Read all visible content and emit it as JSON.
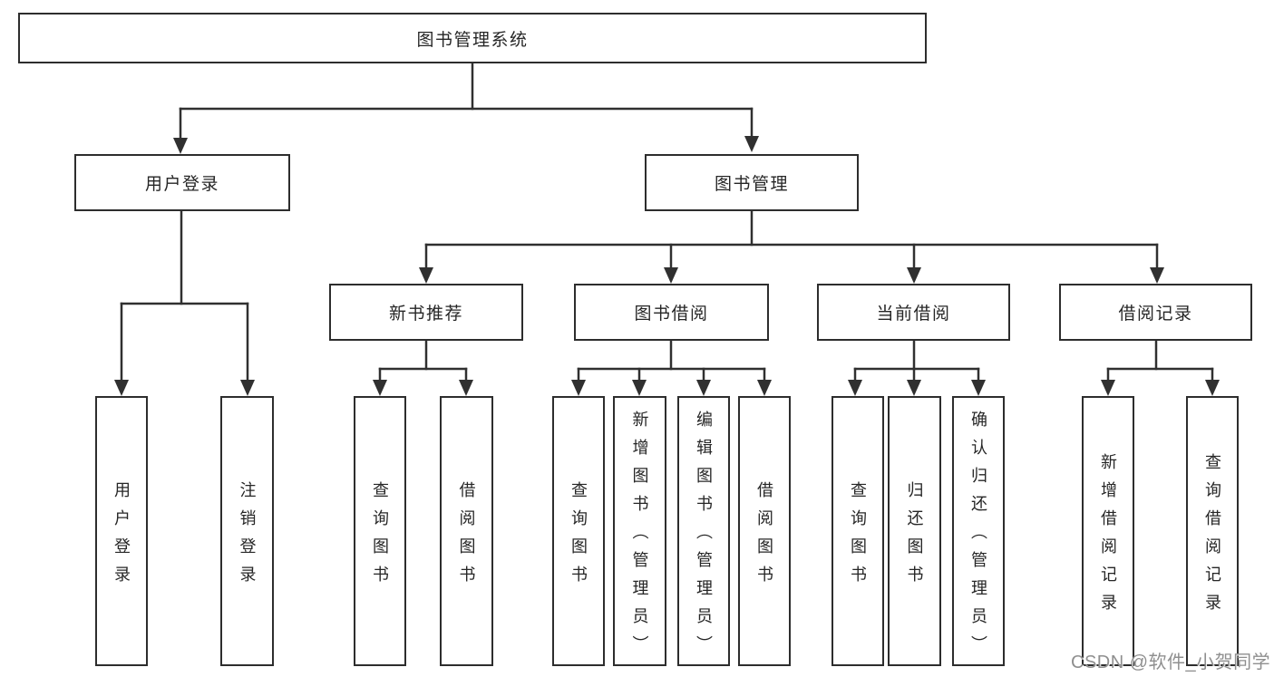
{
  "tree": {
    "root": {
      "label": "图书管理系统"
    },
    "branches": [
      {
        "label": "用户登录",
        "children": [
          "用户登录",
          "注销登录"
        ]
      },
      {
        "label": "图书管理",
        "sections": [
          {
            "label": "新书推荐",
            "children": [
              "查询图书",
              "借阅图书"
            ]
          },
          {
            "label": "图书借阅",
            "children": [
              "查询图书",
              "新增图书（管理员）",
              "编辑图书（管理员）",
              "借阅图书"
            ]
          },
          {
            "label": "当前借阅",
            "children": [
              "查询图书",
              "归还图书",
              "确认归还（管理员）"
            ]
          },
          {
            "label": "借阅记录",
            "children": [
              "新增借阅记录",
              "查询借阅记录"
            ]
          }
        ]
      }
    ]
  },
  "watermark": {
    "text": "CSDN @软件_小贺同学"
  },
  "colors": {
    "line": "#303030",
    "border": "#2d2d2d",
    "text": "#262626",
    "watermark": "#8f8f8f",
    "bg": "#ffffff"
  }
}
